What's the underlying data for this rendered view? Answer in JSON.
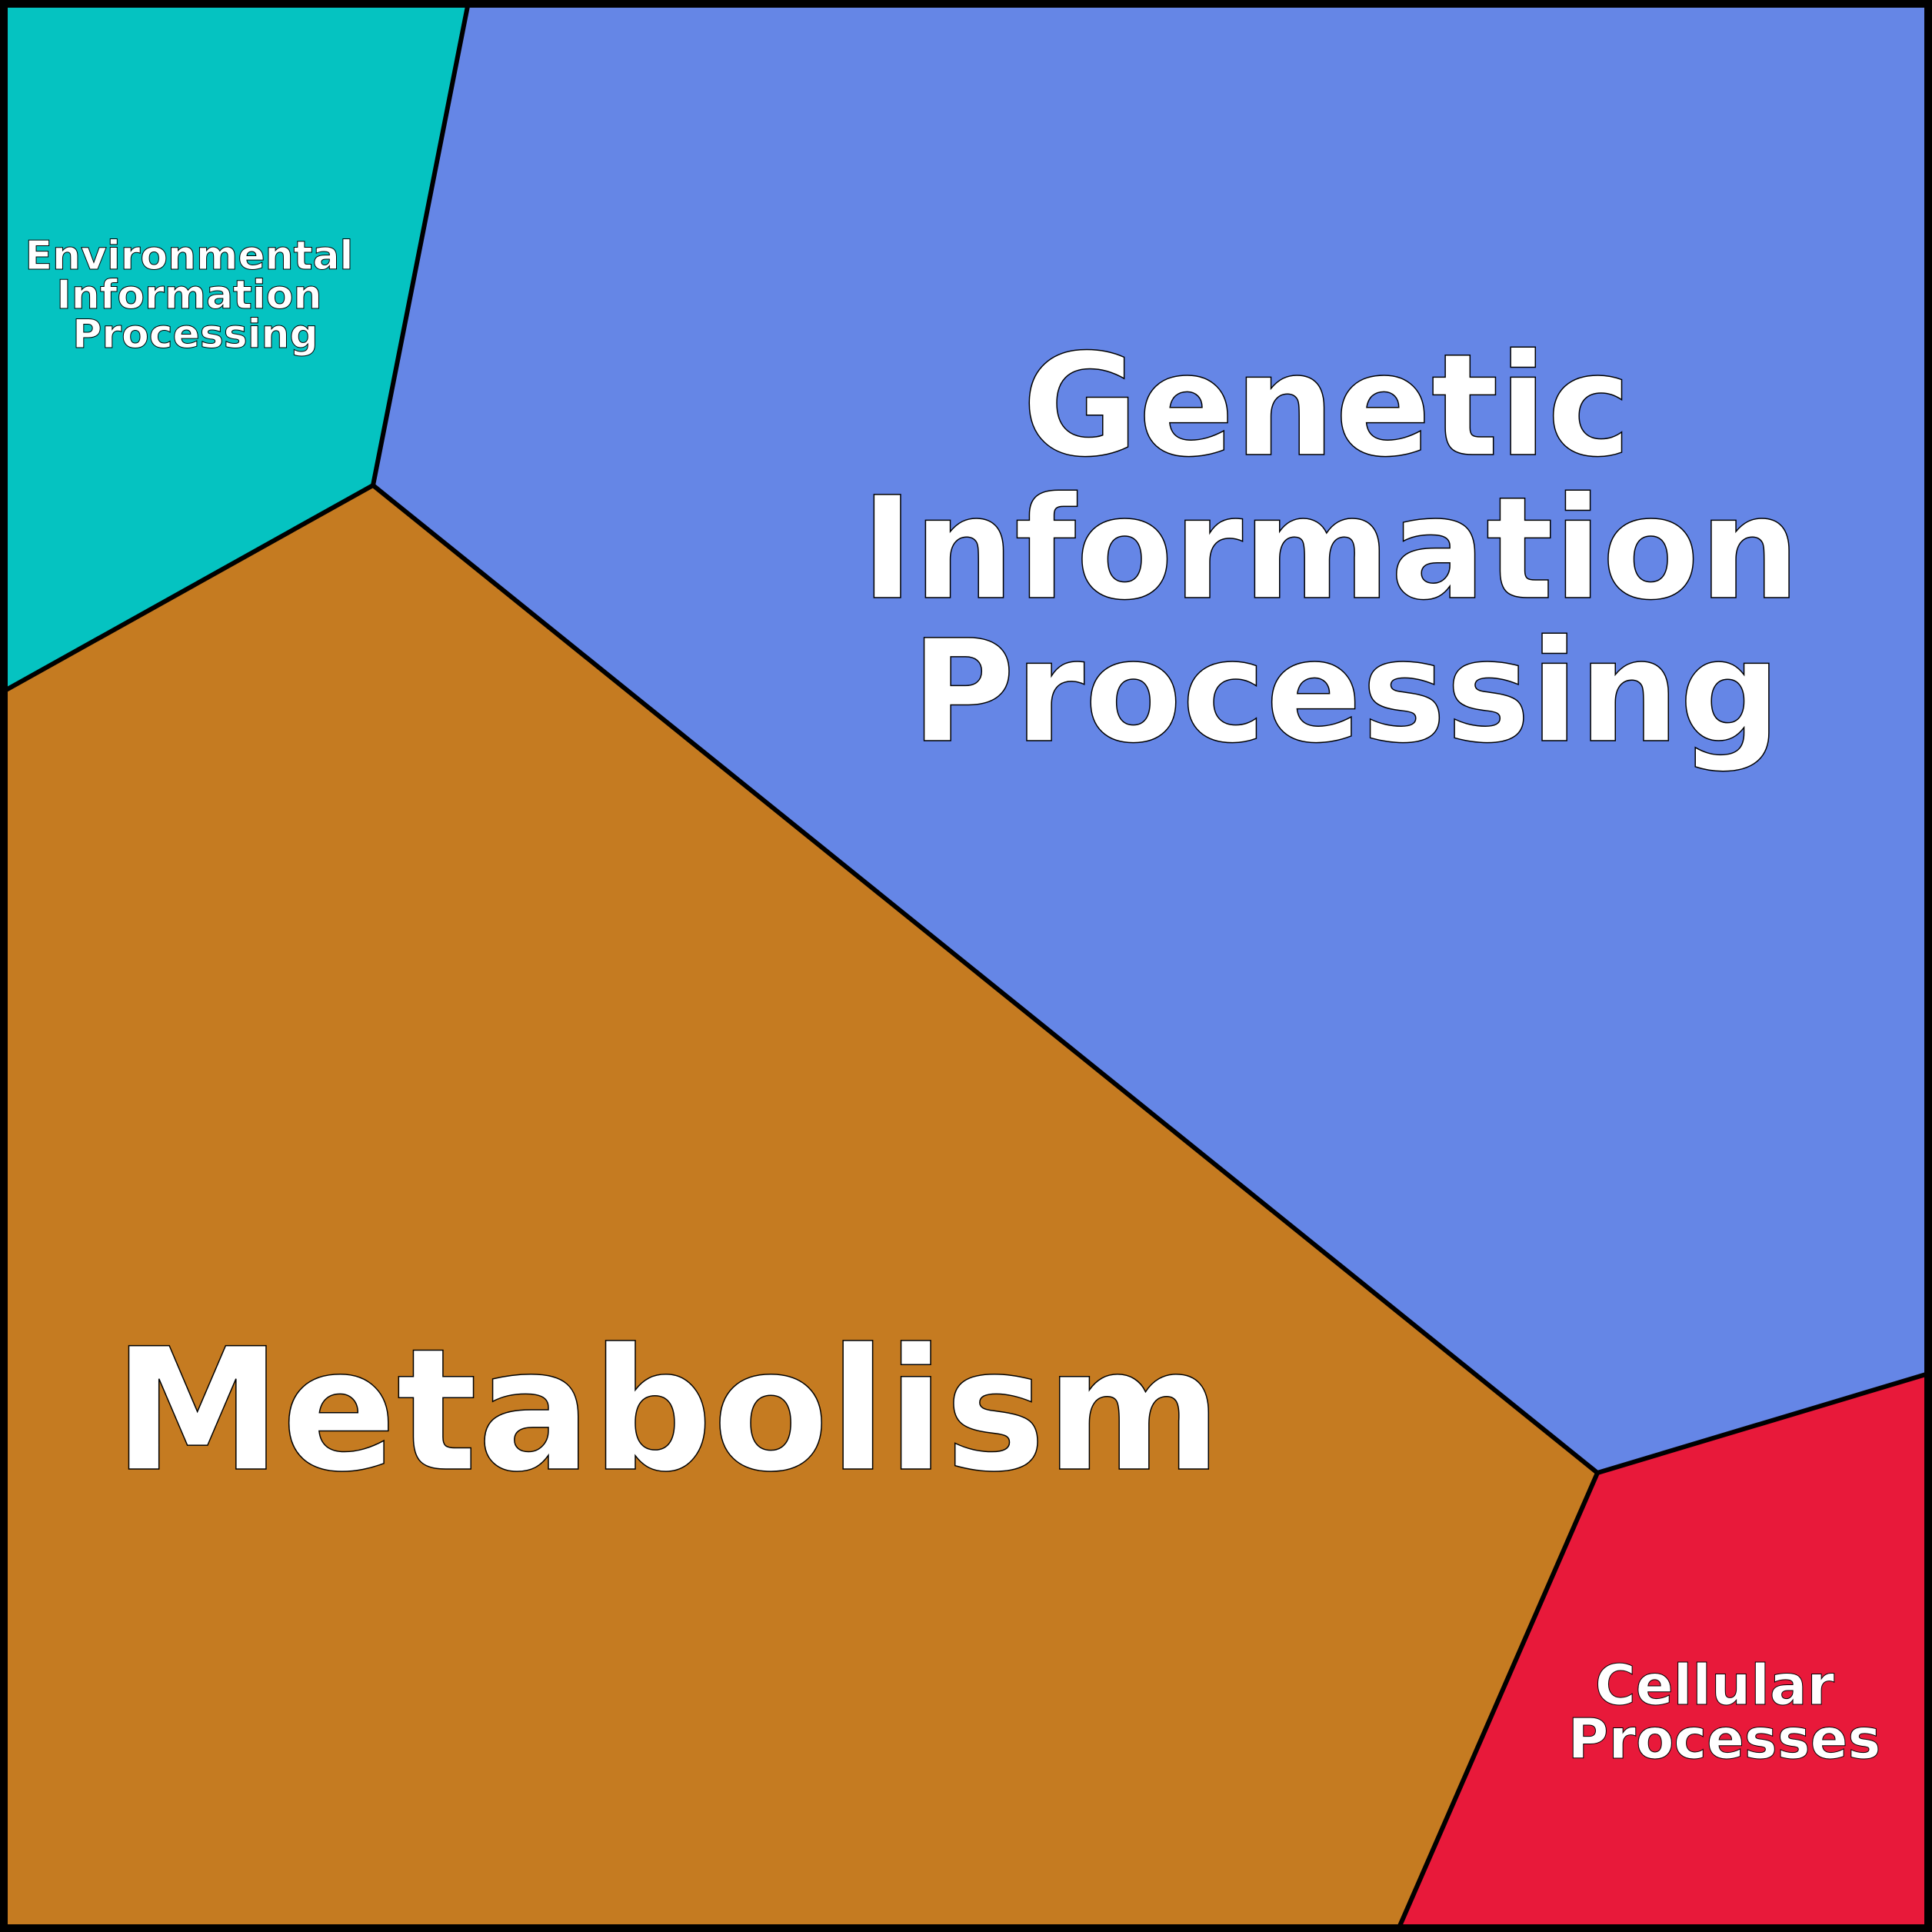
{
  "colors": {
    "genetic_information_processing": "#6586E6",
    "metabolism": "#C57B21",
    "environmental_information_processing": "#05C3C1",
    "cellular_processes": "#E8193A",
    "border": "#000000",
    "label": "#FFFFFF"
  },
  "regions": {
    "genetic": {
      "label_lines": [
        "Genetic",
        "Information",
        "Processing"
      ]
    },
    "metabolism": {
      "label_lines": [
        "Metabolism"
      ]
    },
    "environmental": {
      "label_lines": [
        "Environmental",
        "Information",
        "Processing"
      ]
    },
    "cellular": {
      "label_lines": [
        "Cellular",
        "Processes"
      ]
    }
  }
}
